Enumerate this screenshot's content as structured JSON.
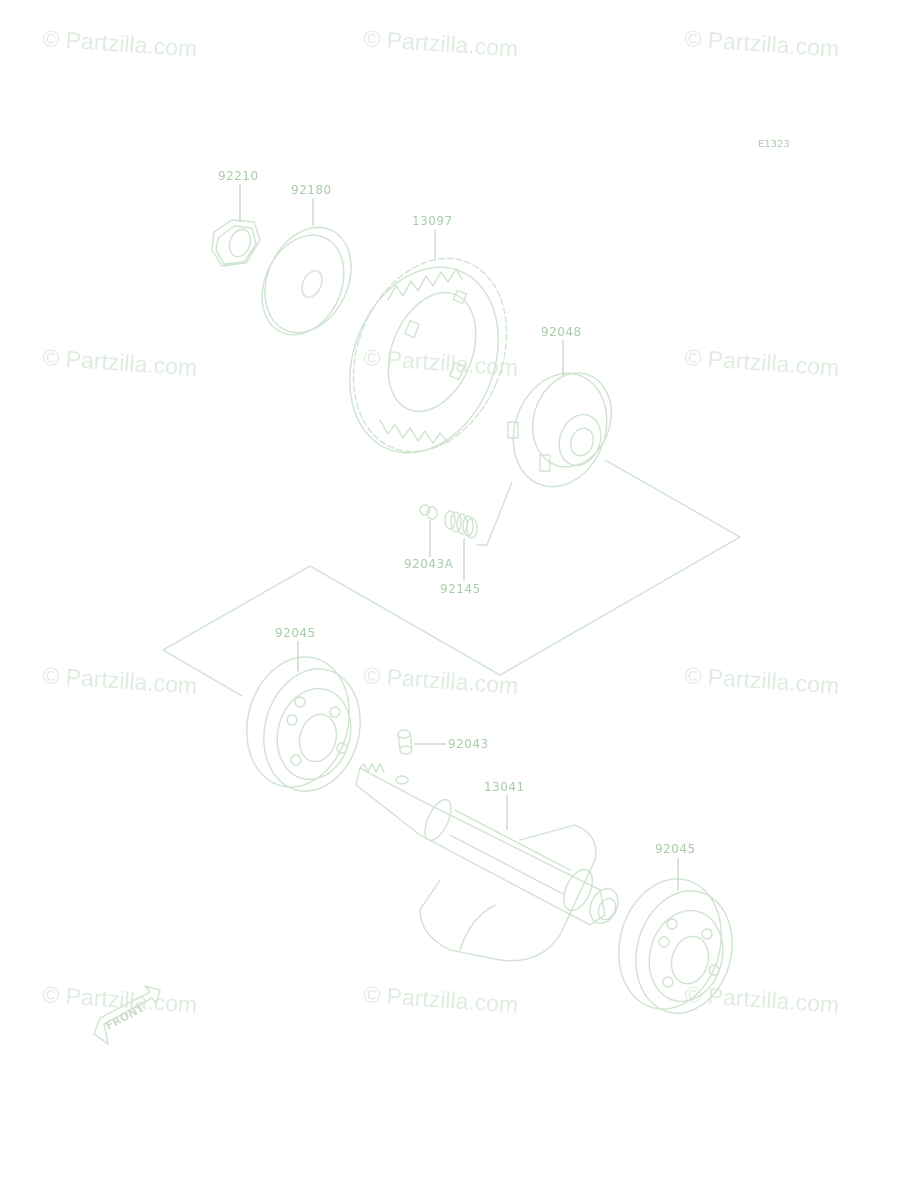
{
  "diagram_code": "E1323",
  "watermark_text": "© Partzilla.com",
  "front_label": "FRONT",
  "parts": {
    "p92210": "92210",
    "p92180": "92180",
    "p13097": "13097",
    "p92048": "92048",
    "p92043A": "92043A",
    "p92145": "92145",
    "p92045_top": "92045",
    "p92043": "92043",
    "p13041": "13041",
    "p92045_bottom": "92045"
  }
}
